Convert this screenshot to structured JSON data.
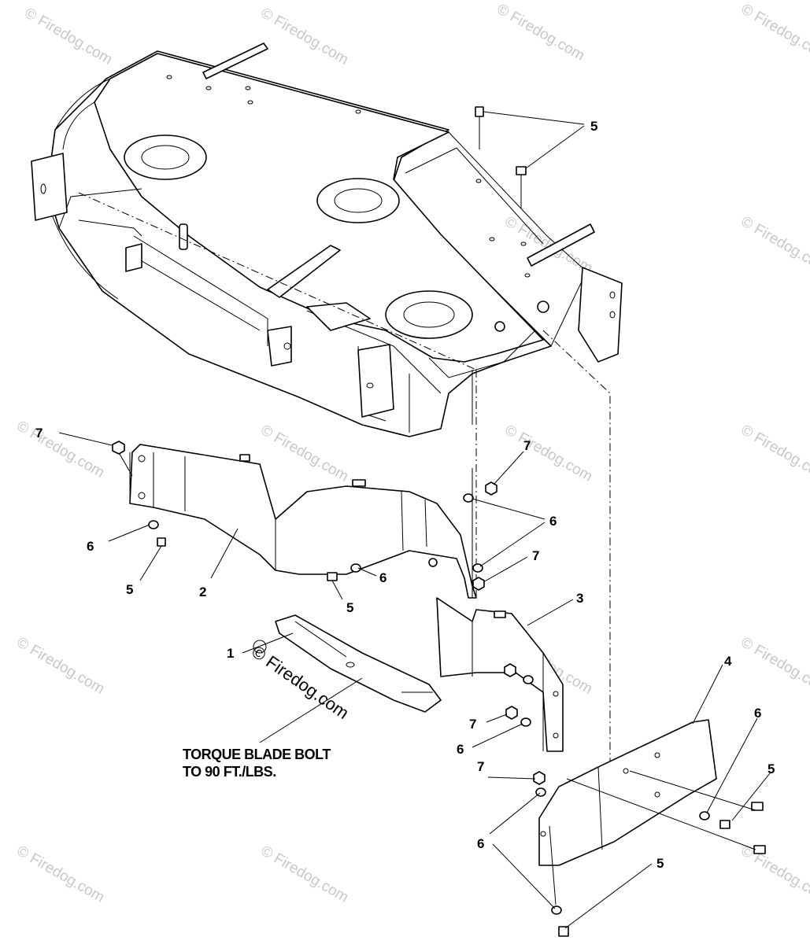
{
  "callouts": {
    "c1": "1",
    "c2": "2",
    "c3": "3",
    "c4": "4",
    "c5a": "5",
    "c5b": "5",
    "c5c": "5",
    "c5d": "5",
    "c5e": "5",
    "c6a": "6",
    "c6b": "6",
    "c6c": "6",
    "c6d": "6",
    "c6e": "6",
    "c6f": "6",
    "c7a": "7",
    "c7b": "7",
    "c7c": "7",
    "c7d": "7",
    "c7e": "7"
  },
  "note": {
    "line1": "TORQUE BLADE BOLT",
    "line2": "TO 90 FT./LBS."
  },
  "watermark": "© Firedog.com"
}
